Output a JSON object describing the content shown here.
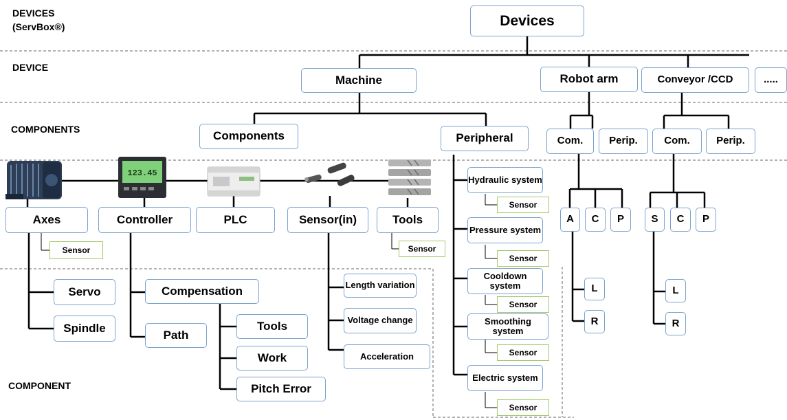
{
  "levels": {
    "devices_line1": "DEVICES",
    "devices_line2": "(ServBox®)",
    "device": "DEVICE",
    "components": "COMPONENTS",
    "component": "COMPONENT"
  },
  "nodes": {
    "devices": "Devices",
    "machine": "Machine",
    "robot_arm": "Robot arm",
    "conveyor": "Conveyor /CCD",
    "more": ".....",
    "components": "Components",
    "peripheral": "Peripheral",
    "robot_com": "Com.",
    "robot_perip": "Perip.",
    "conv_com": "Com.",
    "conv_perip": "Perip.",
    "axes": "Axes",
    "controller": "Controller",
    "plc": "PLC",
    "sensor_in": "Sensor(in)",
    "tools": "Tools",
    "sensor": "Sensor",
    "servo": "Servo",
    "spindle": "Spindle",
    "compensation": "Compensation",
    "path": "Path",
    "comp_tools": "Tools",
    "work": "Work",
    "pitch_error": "Pitch Error",
    "length_variation": "Length variation",
    "voltage_change": "Voltage change",
    "acceleration": "Acceleration",
    "hydraulic": "Hydraulic system",
    "pressure": "Pressure system",
    "cooldown": "Cooldown system",
    "smoothing": "Smoothing system",
    "electric": "Electric system",
    "robot_a": "A",
    "robot_c": "C",
    "robot_p": "P",
    "robot_l": "L",
    "robot_r": "R",
    "conv_s": "S",
    "conv_c": "C",
    "conv_p": "P",
    "conv_l": "L",
    "conv_r": "R"
  },
  "lcd_text": "123.45"
}
